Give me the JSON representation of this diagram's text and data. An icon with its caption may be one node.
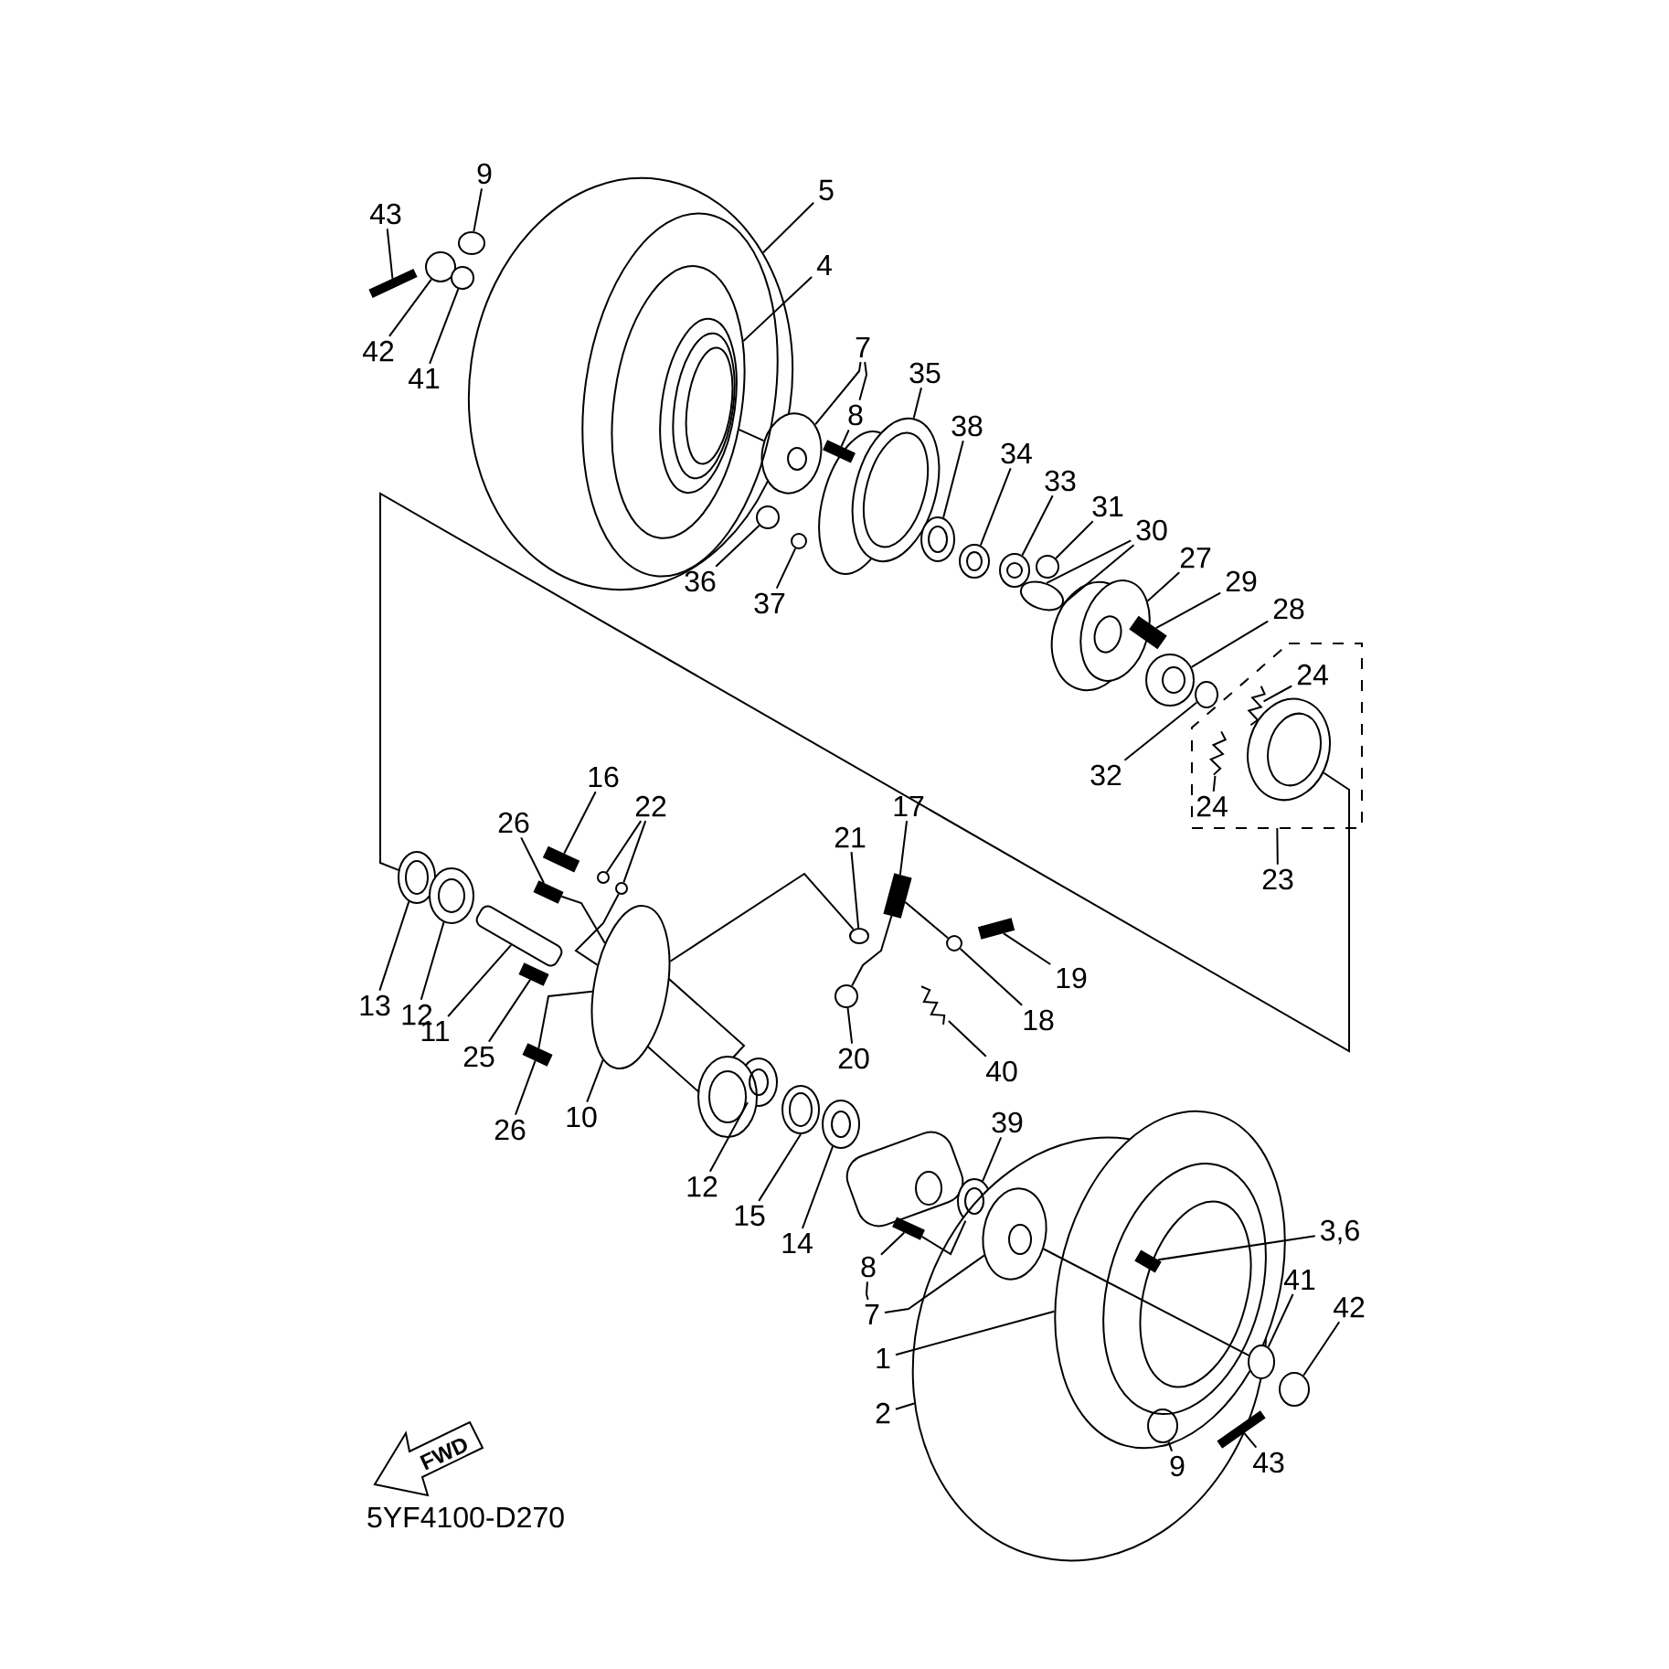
{
  "diagram": {
    "nodes": [
      {
        "text": [
          "9"
        ]
      },
      {
        "text": [
          "5"
        ]
      },
      {
        "text": [
          "43"
        ]
      },
      {
        "text": [
          "4"
        ]
      },
      {
        "text": [
          "7"
        ]
      },
      {
        "text": [
          "42"
        ]
      },
      {
        "text": [
          "41"
        ]
      },
      {
        "text": [
          "35"
        ]
      },
      {
        "text": [
          "8"
        ]
      },
      {
        "text": [
          "38"
        ]
      },
      {
        "text": [
          "34"
        ]
      },
      {
        "text": [
          "33"
        ]
      },
      {
        "text": [
          "31"
        ]
      },
      {
        "text": [
          "30"
        ]
      },
      {
        "text": [
          "27"
        ]
      },
      {
        "text": [
          "36"
        ]
      },
      {
        "text": [
          "29"
        ]
      },
      {
        "text": [
          "37"
        ]
      },
      {
        "text": [
          "28"
        ]
      },
      {
        "text": [
          "24"
        ],
        "in": 71
      },
      {
        "text": [
          "32"
        ]
      },
      {
        "text": [
          "16"
        ]
      },
      {
        "text": [
          "22"
        ]
      },
      {
        "text": [
          "17"
        ]
      },
      {
        "text": [
          "24"
        ],
        "in": 71
      },
      {
        "text": [
          "26"
        ]
      },
      {
        "text": [
          "21"
        ]
      },
      {
        "text": [
          "23"
        ]
      },
      {
        "text": [
          "19"
        ]
      },
      {
        "text": [
          "13"
        ]
      },
      {
        "text": [
          "12"
        ]
      },
      {
        "text": [
          "18"
        ]
      },
      {
        "text": [
          "11"
        ]
      },
      {
        "text": [
          "25"
        ]
      },
      {
        "text": [
          "20"
        ]
      },
      {
        "text": [
          "40"
        ]
      },
      {
        "text": [
          "10"
        ]
      },
      {
        "text": [
          "39"
        ]
      },
      {
        "text": [
          "26"
        ]
      },
      {
        "text": [
          "12"
        ]
      },
      {
        "text": [
          "15"
        ]
      },
      {
        "text": [
          "3,6"
        ]
      },
      {
        "text": [
          "8"
        ]
      },
      {
        "text": [
          "14"
        ]
      },
      {
        "text": [
          "41"
        ]
      },
      {
        "text": [
          "42"
        ]
      },
      {
        "text": [
          "7"
        ]
      },
      {
        "text": [
          "1"
        ]
      },
      {
        "text": [
          "2"
        ]
      },
      {
        "text": [
          "43"
        ]
      },
      {
        "text": [
          "9"
        ],
        "in": 95
      },
      {
        "text": [],
        "shape": "circle"
      },
      {
        "text": [],
        "shape": "circle",
        "in": 51
      },
      {
        "text": [],
        "shape": "circle"
      },
      {
        "text": [],
        "shape": "box"
      },
      {
        "text": [],
        "shape": "circle"
      },
      {
        "text": [],
        "shape": "circle"
      },
      {
        "text": [],
        "shape": "circle"
      },
      {
        "text": [],
        "shape": "box"
      },
      {
        "text": [],
        "shape": "circle"
      },
      {
        "text": [],
        "shape": "circle"
      },
      {
        "text": [],
        "shape": "circle"
      },
      {
        "text": [],
        "shape": "circle"
      },
      {
        "text": [],
        "shape": "circle"
      },
      {
        "text": [],
        "shape": "circle"
      },
      {
        "text": [],
        "shape": "circle"
      },
      {
        "text": [],
        "shape": "circle"
      },
      {
        "text": [],
        "shape": "box"
      },
      {
        "text": [],
        "shape": "circle"
      },
      {
        "text": [],
        "shape": "circle"
      },
      {
        "text": [],
        "shape": "circle"
      },
      {
        "text": [],
        "shape": "box"
      },
      {
        "text": [],
        "shape": "spring",
        "in": 71
      },
      {
        "text": [],
        "shape": "spring",
        "in": 71
      },
      {
        "text": [],
        "shape": "circle",
        "in": 71
      },
      {
        "text": [],
        "shape": "box"
      },
      {
        "text": [],
        "shape": "circle"
      },
      {
        "text": [],
        "shape": "circle"
      },
      {
        "text": [],
        "shape": "box"
      },
      {
        "text": [],
        "shape": "box"
      },
      {
        "text": [],
        "shape": "circle"
      },
      {
        "text": [],
        "shape": "box"
      },
      {
        "text": [],
        "shape": "circle"
      },
      {
        "text": [],
        "shape": "circle"
      },
      {
        "text": [],
        "shape": "circle"
      },
      {
        "text": [],
        "shape": "cylinder"
      },
      {
        "text": [],
        "shape": "box"
      },
      {
        "text": [],
        "shape": "circle"
      },
      {
        "text": [],
        "shape": "spring"
      },
      {
        "text": [],
        "shape": "circle"
      },
      {
        "text": [],
        "shape": "circle"
      },
      {
        "text": [],
        "shape": "box"
      },
      {
        "text": [],
        "shape": "circle"
      },
      {
        "text": [],
        "shape": "circle"
      },
      {
        "text": [],
        "shape": "circle"
      },
      {
        "text": [],
        "shape": "circle"
      },
      {
        "text": [],
        "shape": "circle"
      },
      {
        "text": [],
        "shape": "box",
        "in": 96
      },
      {
        "text": [],
        "shape": "circle",
        "in": 96
      },
      {
        "text": [],
        "shape": "box"
      },
      {
        "text": [],
        "shape": "circle"
      },
      {
        "text": [],
        "shape": "circle"
      },
      {
        "text": [],
        "shape": "circle",
        "in": 95
      },
      {
        "text": [],
        "shape": "box",
        "in": 95
      }
    ],
    "edges": [
      {
        "from": 0,
        "to": 53,
        "arrow": "none"
      },
      {
        "from": 1,
        "to": 51,
        "arrow": "none"
      },
      {
        "from": 2,
        "to": 54,
        "arrow": "none"
      },
      {
        "from": 3,
        "to": 52,
        "arrow": "none"
      },
      {
        "from": 4,
        "to": 57,
        "arrow": "none"
      },
      {
        "from": 4,
        "to": 8,
        "arrow": "none"
      },
      {
        "from": 5,
        "to": 55,
        "arrow": "none"
      },
      {
        "from": 6,
        "to": 56,
        "arrow": "none"
      },
      {
        "from": 7,
        "to": 59,
        "arrow": "none"
      },
      {
        "from": 8,
        "to": 58,
        "arrow": "none"
      },
      {
        "from": 9,
        "to": 60,
        "arrow": "none"
      },
      {
        "from": 10,
        "to": 61,
        "arrow": "none"
      },
      {
        "from": 11,
        "to": 62,
        "arrow": "none"
      },
      {
        "from": 12,
        "to": 63,
        "arrow": "none"
      },
      {
        "from": 13,
        "to": 64,
        "arrow": "none"
      },
      {
        "from": 13,
        "to": 64,
        "arrow": "none"
      },
      {
        "from": 14,
        "to": 65,
        "arrow": "none"
      },
      {
        "from": 15,
        "to": 66,
        "arrow": "none"
      },
      {
        "from": 16,
        "to": 67,
        "arrow": "none"
      },
      {
        "from": 17,
        "to": 68,
        "arrow": "none"
      },
      {
        "from": 18,
        "to": 69,
        "arrow": "none"
      },
      {
        "from": 19,
        "to": 72,
        "arrow": "none"
      },
      {
        "from": 20,
        "to": 70,
        "arrow": "none"
      },
      {
        "from": 21,
        "to": 75,
        "arrow": "none"
      },
      {
        "from": 22,
        "to": 76,
        "arrow": "none"
      },
      {
        "from": 22,
        "to": 77,
        "arrow": "none"
      },
      {
        "from": 23,
        "to": 78,
        "arrow": "none"
      },
      {
        "from": 24,
        "to": 73,
        "arrow": "none"
      },
      {
        "from": 25,
        "to": 79,
        "arrow": "none"
      },
      {
        "from": 26,
        "to": 80,
        "arrow": "none"
      },
      {
        "from": 27,
        "to": 71,
        "arrow": "none"
      },
      {
        "from": 28,
        "to": 81,
        "arrow": "none"
      },
      {
        "from": 29,
        "to": 82,
        "arrow": "none"
      },
      {
        "from": 30,
        "to": 83,
        "arrow": "none"
      },
      {
        "from": 31,
        "to": 84,
        "arrow": "none"
      },
      {
        "from": 32,
        "to": 85,
        "arrow": "none"
      },
      {
        "from": 33,
        "to": 86,
        "arrow": "none"
      },
      {
        "from": 34,
        "to": 87,
        "arrow": "none"
      },
      {
        "from": 35,
        "to": 88,
        "arrow": "none"
      },
      {
        "from": 36,
        "to": 89,
        "arrow": "none"
      },
      {
        "from": 37,
        "to": 90,
        "arrow": "none"
      },
      {
        "from": 38,
        "to": 91,
        "arrow": "none"
      },
      {
        "from": 39,
        "to": 92,
        "arrow": "none"
      },
      {
        "from": 40,
        "to": 93,
        "arrow": "none"
      },
      {
        "from": 41,
        "to": 97,
        "arrow": "none"
      },
      {
        "from": 42,
        "to": 99,
        "arrow": "none"
      },
      {
        "from": 43,
        "to": 94,
        "arrow": "none"
      },
      {
        "from": 44,
        "to": 100,
        "arrow": "none"
      },
      {
        "from": 45,
        "to": 101,
        "arrow": "none"
      },
      {
        "from": 46,
        "to": 102,
        "arrow": "none"
      },
      {
        "from": 46,
        "to": 42,
        "arrow": "none"
      },
      {
        "from": 47,
        "to": 96,
        "arrow": "none"
      },
      {
        "from": 48,
        "to": 95,
        "arrow": "none"
      },
      {
        "from": 49,
        "to": 103,
        "arrow": "none"
      },
      {
        "from": 50,
        "to": 98,
        "arrow": "none"
      },
      {
        "from": 82,
        "to": 74,
        "arrow": "none"
      },
      {
        "from": 102,
        "to": 100,
        "arrow": "none"
      },
      {
        "from": 79,
        "to": 89,
        "arrow": "none"
      },
      {
        "from": 77,
        "to": 89,
        "arrow": "none"
      },
      {
        "from": 91,
        "to": 89,
        "arrow": "none"
      },
      {
        "from": 89,
        "to": 80,
        "arrow": "none"
      },
      {
        "from": 52,
        "to": 57,
        "arrow": "none"
      },
      {
        "from": 99,
        "to": 90,
        "arrow": "none"
      },
      {
        "from": 78,
        "to": 84,
        "arrow": "none"
      },
      {
        "from": 87,
        "to": 78,
        "arrow": "none"
      }
    ],
    "labels": [
      "FWD",
      "5YF4100-D270"
    ]
  }
}
